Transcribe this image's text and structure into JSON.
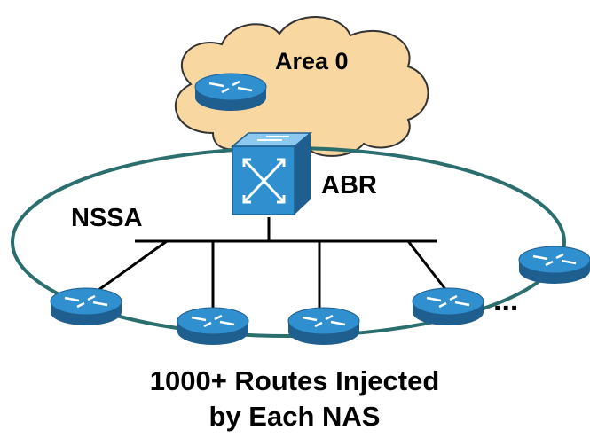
{
  "labels": {
    "area": "Area 0",
    "abr": "ABR",
    "nssa": "NSSA",
    "ellipsis": "...",
    "caption_line1": "1000+ Routes Injected",
    "caption_line2": "by Each NAS"
  },
  "nodes": {
    "area_router": "router-icon",
    "abr_switch": "layer3-switch-icon",
    "nas_routers": [
      "router-icon",
      "router-icon",
      "router-icon",
      "router-icon",
      "router-icon"
    ]
  },
  "colors": {
    "cloud_fill": "#f8d7a1",
    "cloud_stroke": "#333333",
    "ring": "#2a6e6e",
    "device_blue": "#2f8fcf",
    "device_dark": "#1f5f8f",
    "device_light": "#8cc8ef",
    "line": "#000000"
  }
}
